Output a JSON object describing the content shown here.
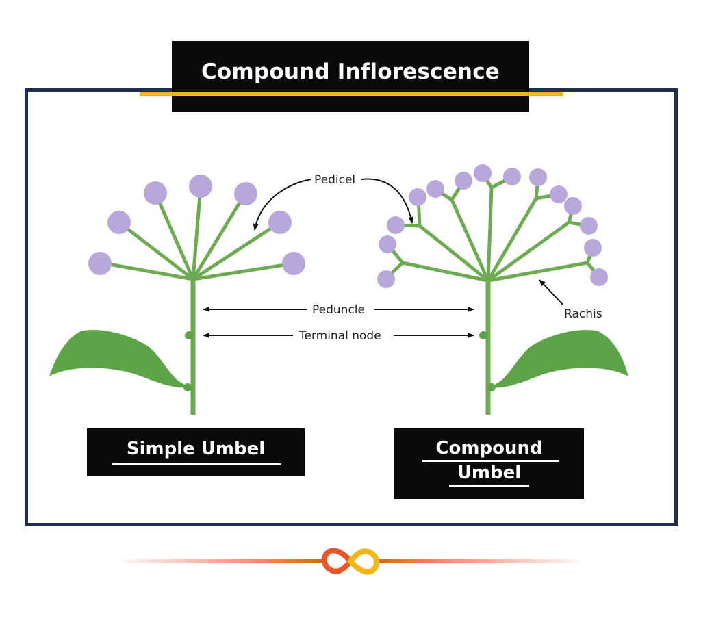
{
  "title": "Compound Inflorescence",
  "labels": {
    "pedicel": "Pedicel",
    "peduncle": "Peduncle",
    "terminal_node": "Terminal node",
    "rachis": "Rachis"
  },
  "captions": {
    "simple": "Simple Umbel",
    "compound_line1": "Compound",
    "compound_line2": "Umbel"
  },
  "colors": {
    "stem": "#6cab4f",
    "leaf": "#5da447",
    "flower": "#b9a6da",
    "frame": "#1e2f4f",
    "accent": "#f2b61b",
    "footer": "#e8572a"
  },
  "icons": {
    "logo": "infinity-logo-icon"
  }
}
